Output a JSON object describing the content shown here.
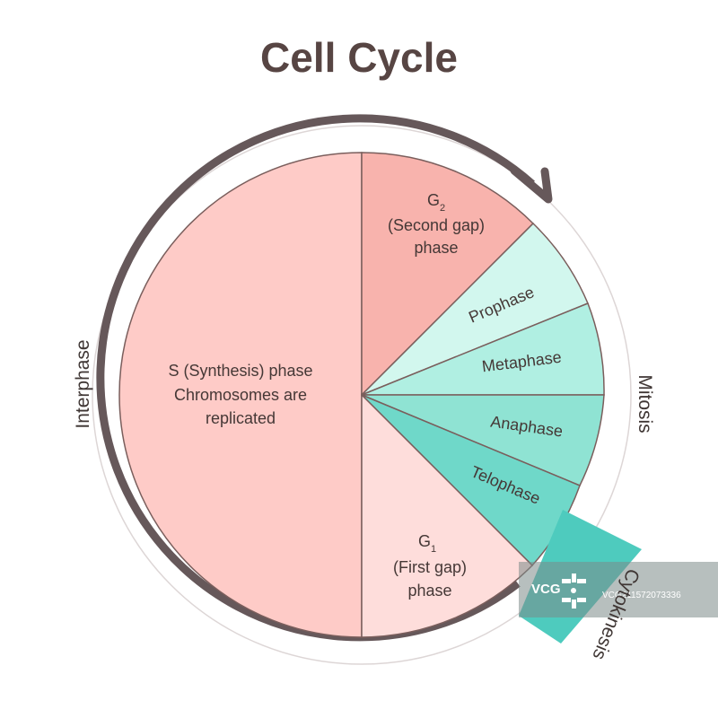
{
  "title": "Cell Cycle",
  "phases": {
    "s": {
      "line1": "S (Synthesis) phase",
      "line2": "Chromosomes are",
      "line3": "replicated"
    },
    "g2": {
      "letter": "G",
      "subscript": "2",
      "line2": "(Second gap)",
      "line3": "phase"
    },
    "g1": {
      "letter": "G",
      "subscript": "1",
      "line2": "(First gap)",
      "line3": "phase"
    },
    "prophase": "Prophase",
    "metaphase": "Metaphase",
    "anaphase": "Anaphase",
    "telophase": "Telophase"
  },
  "ring_labels": {
    "interphase": "Interphase",
    "mitosis": "Mitosis",
    "cytokinesis": "Cytokinesis"
  },
  "watermark": {
    "logo": "VCG",
    "id": "VCG211572073336"
  },
  "colors": {
    "s_phase": "#fecbc7",
    "g2_phase": "#f8b3ad",
    "g1_phase": "#fedddb",
    "prophase": "#d2f7ee",
    "metaphase": "#b0efe2",
    "anaphase": "#8fe3d3",
    "telophase": "#6fd8c9",
    "cytokinesis": "#4ecbbe",
    "arrow": "#66585a",
    "title": "#574543"
  }
}
